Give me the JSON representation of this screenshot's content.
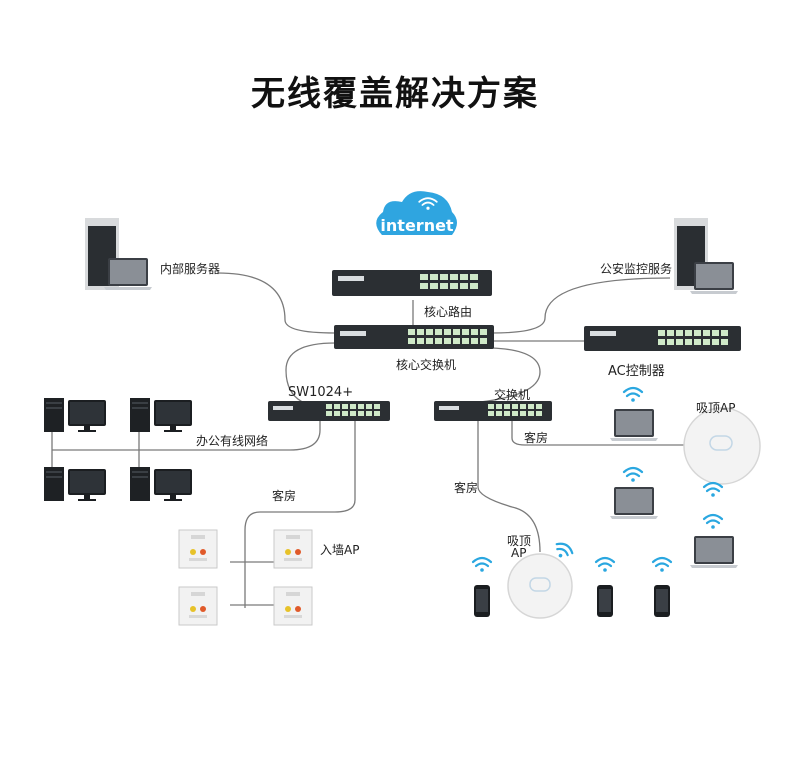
{
  "title": "无线覆盖解决方案",
  "cloud_text": "internet",
  "labels": {
    "internal_server": "内部服务器",
    "police_server": "公安监控服务",
    "core_router": "核心路由",
    "core_switch": "核心交换机",
    "ac_controller": "AC控制器",
    "sw1024": "SW1024+",
    "switch": "交换机",
    "office_network": "办公有线网络",
    "guest_room_left": "客房",
    "guest_room_mid": "客房",
    "guest_room_right": "客房",
    "wall_ap": "入墙AP",
    "ceiling_ap_right": "吸顶AP",
    "ceiling_ap_mid_line1": "吸顶",
    "ceiling_ap_mid_line2": "AP"
  },
  "colors": {
    "device_dark": "#2b2f33",
    "port_green": "#cfe9c8",
    "line_gray": "#7a7a7a",
    "wifi_blue": "#2aa7e0",
    "cloud_blue": "#2fa5e0"
  }
}
